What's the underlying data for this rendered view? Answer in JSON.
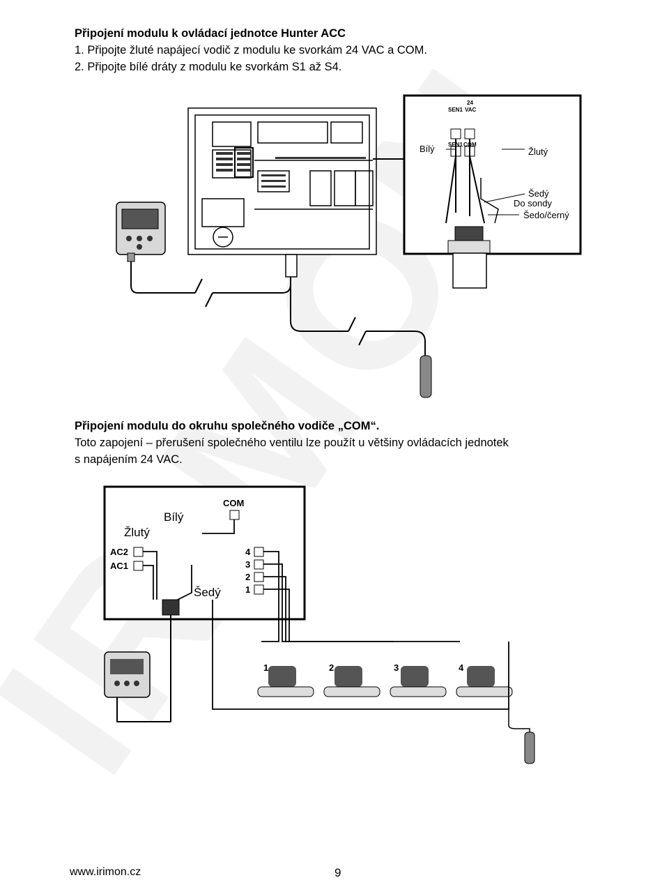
{
  "section1": {
    "heading": "Připojení modulu k ovládací jednotce Hunter ACC",
    "step1": "1. Připojte žluté napájecí vodič z modulu ke svorkám 24 VAC a COM.",
    "step2": "2. Připojte bílé dráty z modulu ke svorkám S1 až S4."
  },
  "figure1": {
    "terminal_sen1": "SEN1",
    "terminal_24": "24",
    "terminal_vac": "VAC",
    "terminal_sen1_b": "SEN1",
    "terminal_com": "COM",
    "label_white": "Bílý",
    "label_yellow": "Žlutý",
    "label_grey": "Šedý",
    "label_to_probe": "Do sondy",
    "label_grey_black": "Šedo/černý"
  },
  "section2": {
    "heading": "Připojení modulu do okruhu společného vodiče „COM“.",
    "body_line1": "Toto zapojení – přerušení společného ventilu lze použít u většiny ovládacích jednotek",
    "body_line2": "s napájením 24 VAC."
  },
  "figure2": {
    "label_com": "COM",
    "label_white": "Bílý",
    "label_yellow": "Žlutý",
    "label_ac2": "AC2",
    "label_ac1": "AC1",
    "label_grey": "Šedý",
    "terminals": [
      "4",
      "3",
      "2",
      "1"
    ],
    "valves": [
      "1",
      "2",
      "3",
      "4"
    ]
  },
  "watermark": {
    "text": "IRIMON"
  },
  "footer": {
    "url": "www.irimon.cz",
    "page": "9"
  }
}
